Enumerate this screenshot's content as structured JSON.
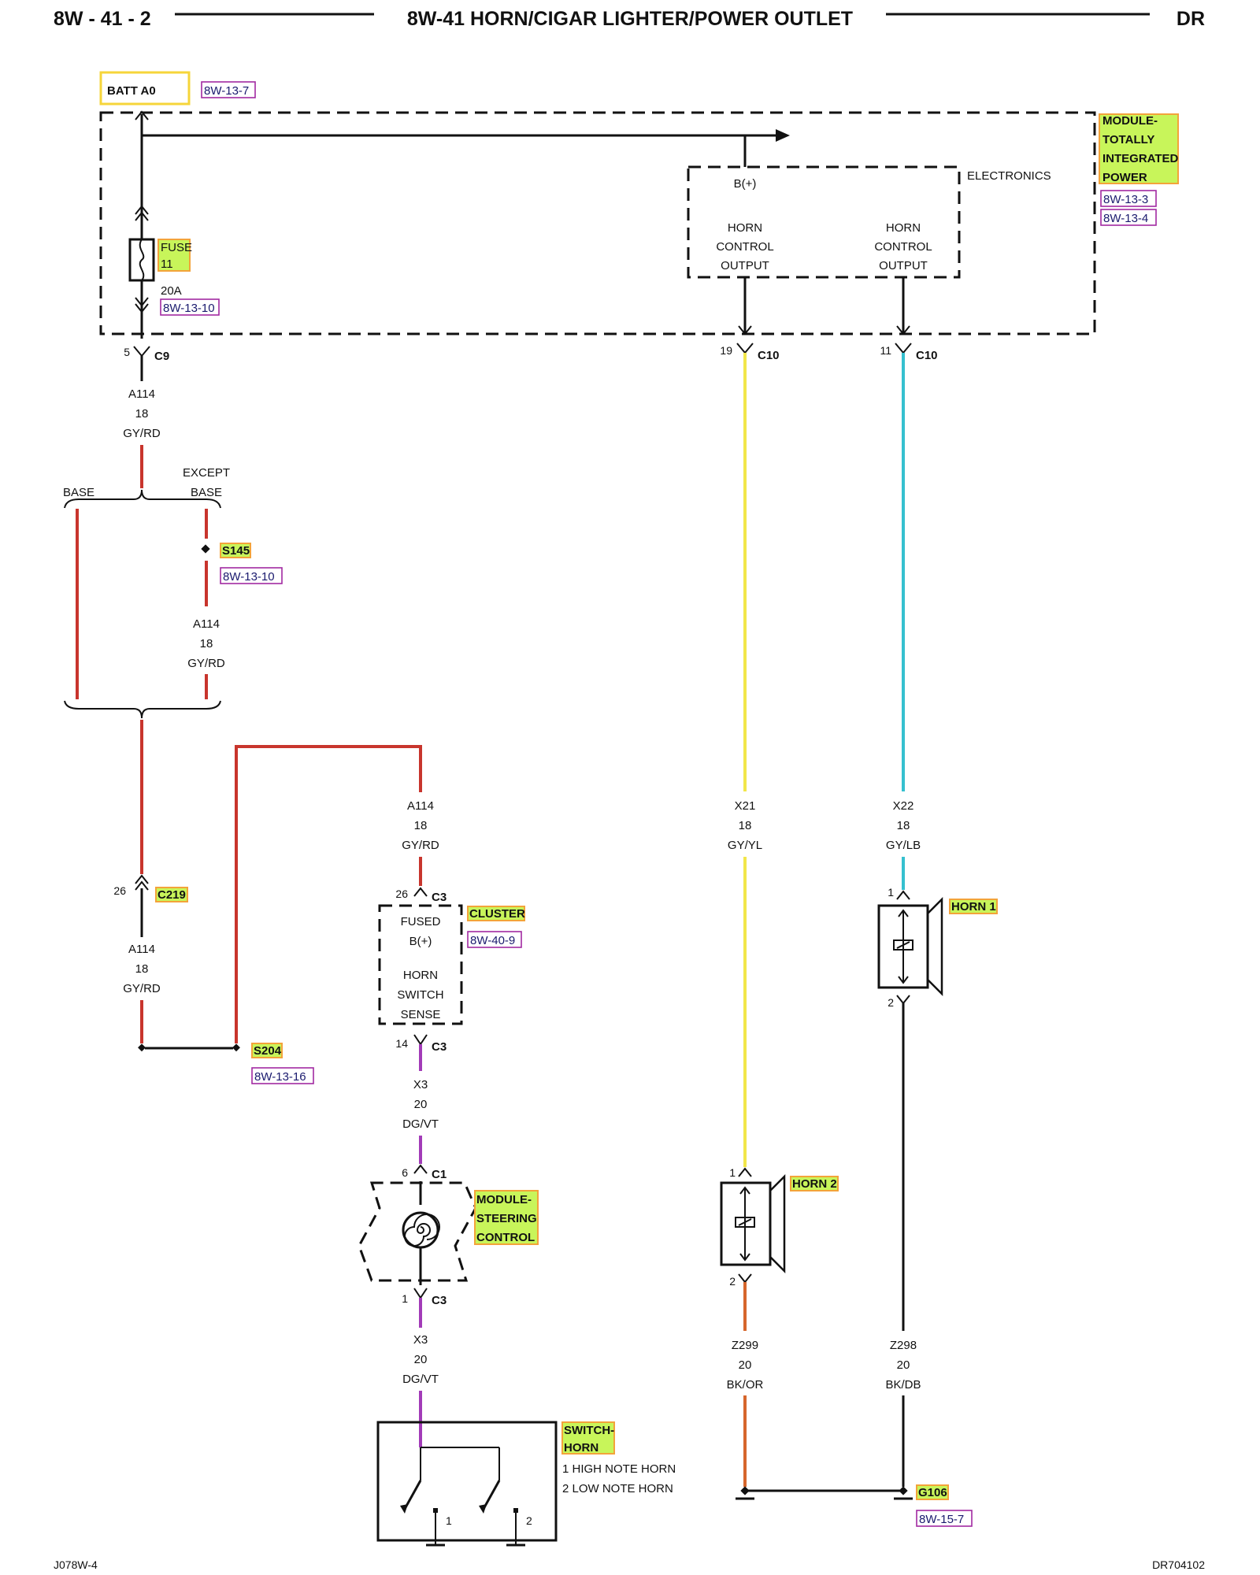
{
  "header": {
    "page": "8W - 41 - 2",
    "title": "8W-41 HORN/CIGAR LIGHTER/POWER OUTLET",
    "model": "DR"
  },
  "footer": {
    "left": "J078W-4",
    "right": "DR704102"
  },
  "colors": {
    "gy_rd": "#c8352d",
    "gy_yl": "#f2e64a",
    "gy_lb": "#35c0cf",
    "dg_vt": "#a23bb8",
    "bk_or": "#d6662c",
    "black": "#111111",
    "highlight": "#c8f55a",
    "highlight_border": "#f3a33a"
  },
  "batt": {
    "label": "BATT A0",
    "ref": "8W-13-7"
  },
  "tipm": {
    "name_lines": [
      "MODULE-",
      "TOTALLY",
      "INTEGRATED",
      "POWER"
    ],
    "refs": [
      "8W-13-3",
      "8W-13-4"
    ],
    "electronics": "ELECTRONICS",
    "bplus": "B(+)",
    "output1": [
      "HORN",
      "CONTROL",
      "OUTPUT"
    ],
    "output2": [
      "HORN",
      "CONTROL",
      "OUTPUT"
    ],
    "fuse_label": "FUSE",
    "fuse_number": "11",
    "fuse_rating": "20A",
    "fuse_ref": "8W-13-10"
  },
  "connectors": {
    "c9": {
      "pin": "5",
      "name": "C9"
    },
    "c10_a": {
      "pin": "19",
      "name": "C10"
    },
    "c10_b": {
      "pin": "11",
      "name": "C10"
    },
    "c219": {
      "pin": "26",
      "name": "C219"
    },
    "c3_in": {
      "pin": "26",
      "name": "C3"
    },
    "c3_out": {
      "pin": "14",
      "name": "C3"
    },
    "c1": {
      "pin": "6",
      "name": "C1"
    },
    "c3_sw": {
      "pin": "1",
      "name": "C3"
    }
  },
  "wires": {
    "a114_1": {
      "circuit": "A114",
      "gauge": "18",
      "color": "GY/RD"
    },
    "a114_2": {
      "circuit": "A114",
      "gauge": "18",
      "color": "GY/RD"
    },
    "a114_3": {
      "circuit": "A114",
      "gauge": "18",
      "color": "GY/RD"
    },
    "a114_4": {
      "circuit": "A114",
      "gauge": "18",
      "color": "GY/RD"
    },
    "x21": {
      "circuit": "X21",
      "gauge": "18",
      "color": "GY/YL"
    },
    "x22": {
      "circuit": "X22",
      "gauge": "18",
      "color": "GY/LB"
    },
    "x3_1": {
      "circuit": "X3",
      "gauge": "20",
      "color": "DG/VT"
    },
    "x3_2": {
      "circuit": "X3",
      "gauge": "20",
      "color": "DG/VT"
    },
    "z299": {
      "circuit": "Z299",
      "gauge": "20",
      "color": "BK/OR"
    },
    "z298": {
      "circuit": "Z298",
      "gauge": "20",
      "color": "BK/DB"
    }
  },
  "branch": {
    "base": "BASE",
    "except": "EXCEPT",
    "except_base": "BASE"
  },
  "splices": {
    "s145": {
      "name": "S145",
      "ref": "8W-13-10"
    },
    "s204": {
      "name": "S204",
      "ref": "8W-13-16"
    }
  },
  "cluster": {
    "name": "CLUSTER",
    "ref": "8W-40-9",
    "line1": "FUSED",
    "line2": "B(+)",
    "line3": "HORN",
    "line4": "SWITCH",
    "line5": "SENSE"
  },
  "steering": {
    "name_lines": [
      "MODULE-",
      "STEERING",
      "CONTROL"
    ]
  },
  "switch": {
    "name_lines": [
      "SWITCH-",
      "HORN"
    ],
    "note1": "1 HIGH NOTE HORN",
    "note2": "2 LOW NOTE HORN",
    "pin1": "1",
    "pin2": "2"
  },
  "horn1": {
    "name": "HORN 1",
    "pin_top": "1",
    "pin_bottom": "2"
  },
  "horn2": {
    "name": "HORN 2",
    "pin_top": "1",
    "pin_bottom": "2"
  },
  "ground": {
    "name": "G106",
    "ref": "8W-15-7"
  }
}
